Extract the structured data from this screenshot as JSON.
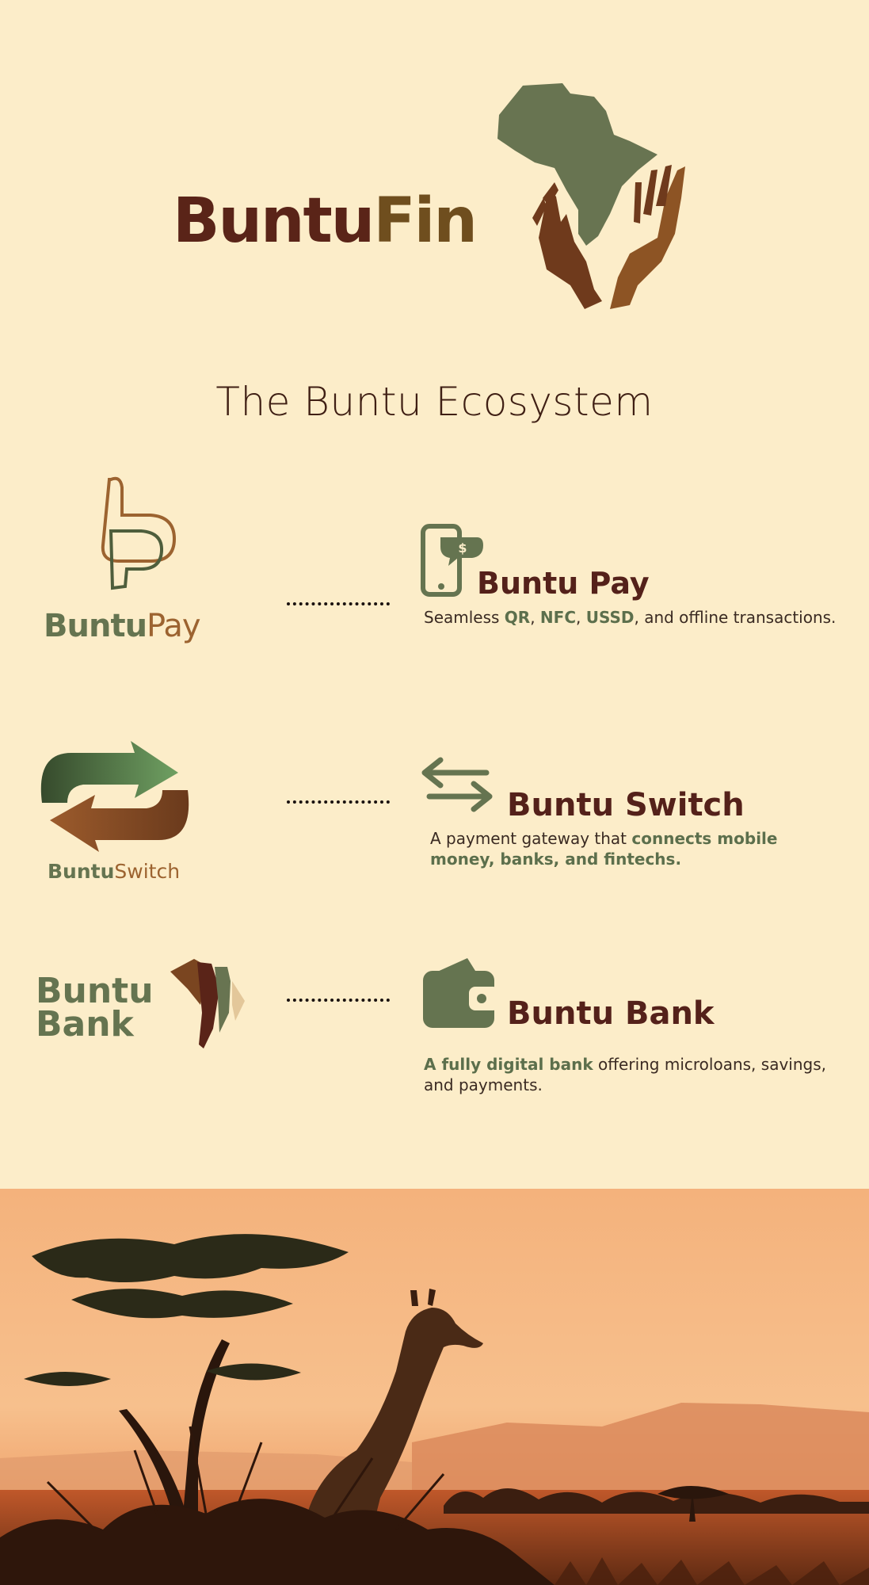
{
  "header": {
    "logo_text_a": "Buntu",
    "logo_text_b": "Fin",
    "logo_icon": "africa-hands-icon"
  },
  "heading": "The Buntu Ecosystem",
  "services": [
    {
      "logo_word_a": "Buntu",
      "logo_word_b": "Pay",
      "logo_icon": "p-monogram-icon",
      "icon": "phone-payment-icon",
      "title": "Buntu Pay",
      "desc": {
        "t1": "Seamless ",
        "b1": "QR",
        "t2": ", ",
        "b2": "NFC",
        "t3": ", ",
        "b3": "USSD",
        "t4": ", and offline transactions."
      }
    },
    {
      "logo_word_a": "Buntu",
      "logo_word_b": "Switch",
      "logo_icon": "switch-arrows-icon",
      "icon": "transfer-arrows-icon",
      "title": "Buntu Switch",
      "desc": {
        "t1": "A payment gateway that ",
        "b1": "connects mobile money, banks, and fintechs."
      }
    },
    {
      "logo_word_a": "Buntu",
      "logo_word_b": "Bank",
      "logo_icon": "africa-stripes-icon",
      "icon": "wallet-icon",
      "title": "Buntu Bank",
      "desc": {
        "b1": "A fully digital bank",
        "t1": " offering microloans, savings, and payments."
      }
    }
  ],
  "colors": {
    "background": "#fcedc9",
    "brand_brown": "#54211a",
    "brand_green": "#657450",
    "brand_copper": "#9c6330"
  },
  "footer_image": "savanna-giraffe-sunset"
}
